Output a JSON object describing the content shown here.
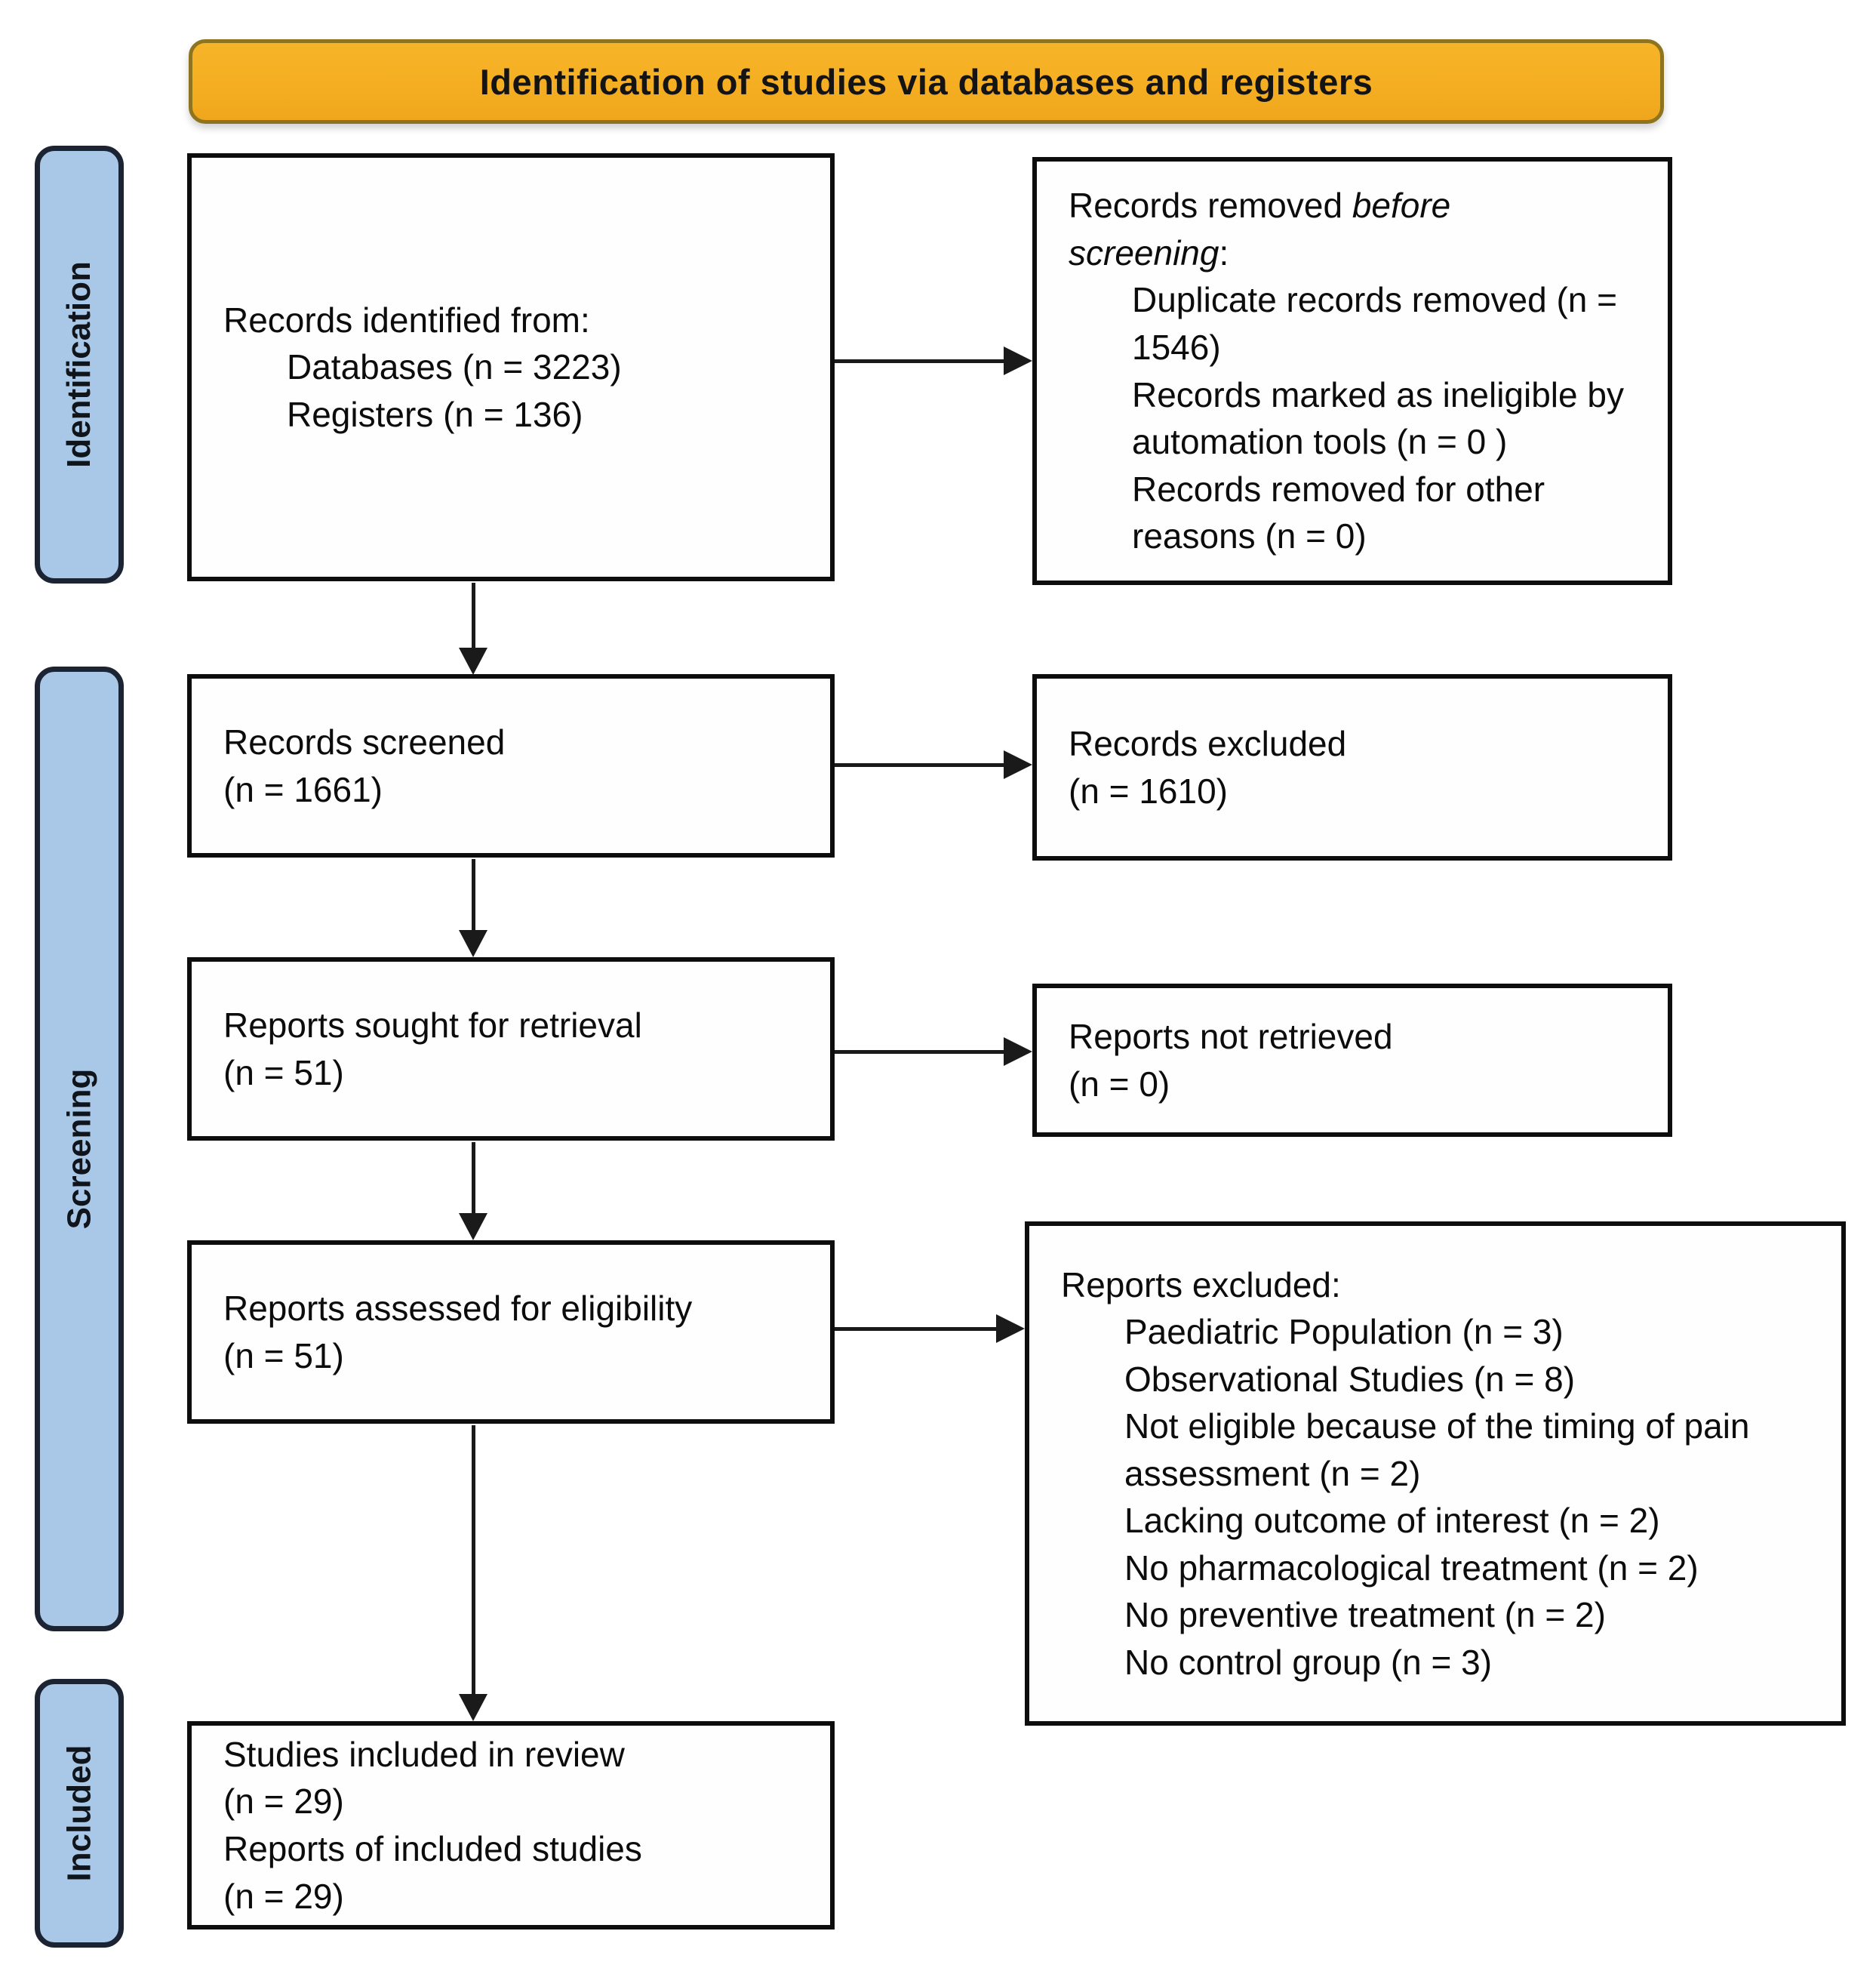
{
  "banner": {
    "title": "Identification of studies via databases and registers"
  },
  "sidebar": {
    "identification": "Identification",
    "screening": "Screening",
    "included": "Included"
  },
  "boxes": {
    "records_identified": {
      "heading": "Records identified from:",
      "items": [
        "Databases (n = 3223)",
        "Registers (n = 136)"
      ]
    },
    "records_removed": {
      "heading_prefix": "Records removed ",
      "heading_italic": "before screening",
      "heading_suffix": ":",
      "items": [
        "Duplicate records removed (n = 1546)",
        "Records marked as ineligible by automation tools (n = 0 )",
        "Records removed for other reasons (n = 0)"
      ]
    },
    "records_screened": {
      "lines": [
        "Records screened",
        "(n = 1661)"
      ]
    },
    "records_excluded": {
      "lines": [
        "Records excluded",
        "(n = 1610)"
      ]
    },
    "reports_sought": {
      "lines": [
        "Reports sought for retrieval",
        "(n = 51)"
      ]
    },
    "reports_not_retrieved": {
      "lines": [
        "Reports not retrieved",
        "(n = 0)"
      ]
    },
    "reports_assessed": {
      "lines": [
        "Reports assessed for eligibility",
        "(n = 51)"
      ]
    },
    "reports_excluded": {
      "heading": "Reports excluded:",
      "items": [
        "Paediatric Population (n = 3)",
        "Observational Studies (n = 8)",
        "Not eligible because of the timing of pain assessment (n = 2)",
        "Lacking outcome of interest (n = 2)",
        "No pharmacological treatment (n = 2)",
        "No preventive treatment (n = 2)",
        "No control group (n = 3)"
      ]
    },
    "studies_included": {
      "lines": [
        "Studies included in review",
        "(n = 29)",
        "Reports of included studies",
        "(n = 29)"
      ]
    }
  },
  "colors": {
    "banner_fill": "#F5AE21",
    "banner_border": "#8F7420",
    "sidebar_fill": "#A9C7E6",
    "sidebar_border": "#1C2333",
    "box_border": "#0d0d0d",
    "arrow": "#1a1a1a"
  }
}
